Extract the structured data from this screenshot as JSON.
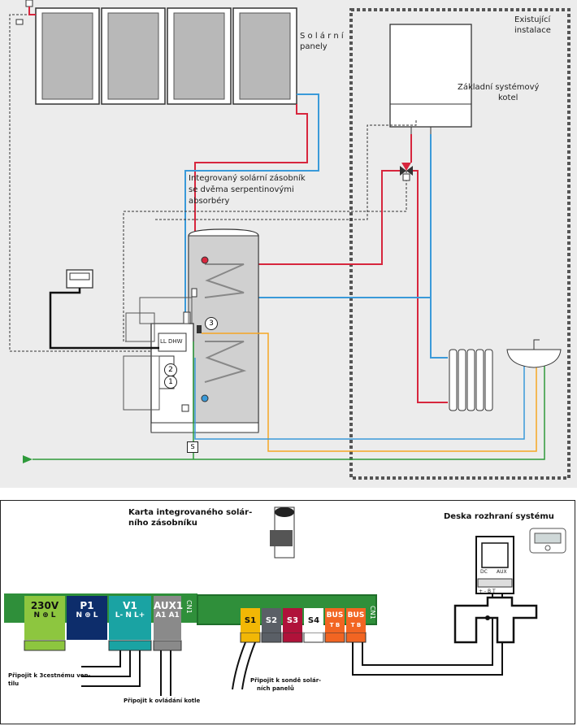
{
  "labels": {
    "solar_panels_line1": "S o l á r n í",
    "solar_panels_line2": "panely",
    "existing_line1": "Existující",
    "existing_line2": "instalace",
    "boiler_line1": "Základní systémový",
    "boiler_line2": "kotel",
    "tank_line1": "Integrovaný solární zásobník",
    "tank_line2": "se dvěma serpentinovými",
    "tank_line3": "absorbéry",
    "card_title_line1": "Karta integrovaného solár-",
    "card_title_line2": "ního zásobníku",
    "interface_title": "Deska rozhraní systému",
    "connect_valve_line1": "Připojit k 3cestnému ven-",
    "connect_valve_line2": "tilu",
    "connect_boiler": "Připojit k ovládání kotle",
    "connect_sensor_line1": "Připojit k sondě solár-",
    "connect_sensor_line2": "ních panelů",
    "marker_1": "1",
    "marker_2": "2",
    "marker_3": "3",
    "marker_s": "S",
    "module_text": "LL DHW",
    "cn1_left": "CN1",
    "cn1_right": "CN1"
  },
  "terminals": {
    "t230": {
      "name": "230V",
      "pins": "N ⊕ L"
    },
    "p1": {
      "name": "P1",
      "pins": "N ⊕ L"
    },
    "v1": {
      "name": "V1",
      "pins": "L-  N  L+"
    },
    "aux1": {
      "name": "AUX1",
      "pins": "A1 A1"
    },
    "s1": {
      "name": "S1"
    },
    "s2": {
      "name": "S2"
    },
    "s3": {
      "name": "S3"
    },
    "s4": {
      "name": "S4"
    },
    "bus1": {
      "name": "BUS",
      "pins": "T  B"
    },
    "bus2": {
      "name": "BUS",
      "pins": "T  B"
    },
    "iface_dc": "DC",
    "iface_aux": "AUX",
    "iface_pins": "+ -  B  T"
  },
  "colors": {
    "pipe_hot": "#d7263d",
    "pipe_cold": "#3a9ad9",
    "pipe_green": "#2e9a3a",
    "pipe_orange": "#f5a623",
    "t230": "#8dc63f",
    "p1": "#0d2d6b",
    "v1": "#1aa3a3",
    "aux1": "#8a8a8a",
    "s1": "#f2b705",
    "s2": "#5a5f66",
    "s3": "#b0123a",
    "s4": "#ffffff",
    "bus": "#f26522",
    "board_green": "#2f8f3a"
  }
}
